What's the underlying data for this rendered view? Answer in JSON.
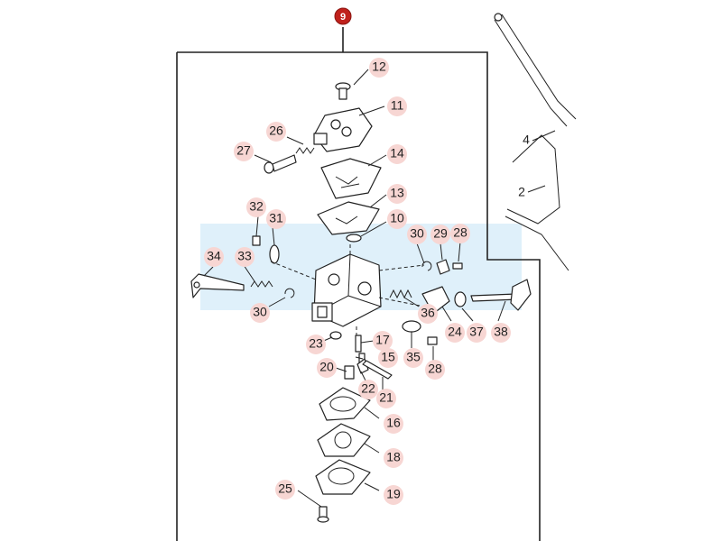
{
  "assembly_marker": "9",
  "side_labels": {
    "a": "4",
    "b": "2"
  },
  "callouts": {
    "c12": "12",
    "c11": "11",
    "c26": "26",
    "c27": "27",
    "c14": "14",
    "c13": "13",
    "c32": "32",
    "c31": "31",
    "c10": "10",
    "c30a": "30",
    "c29": "29",
    "c28a": "28",
    "c34": "34",
    "c33": "33",
    "c30b": "30",
    "c36": "36",
    "c24": "24",
    "c37": "37",
    "c38": "38",
    "c23": "23",
    "c17": "17",
    "c15": "15",
    "c35": "35",
    "c28b": "28",
    "c20": "20",
    "c22": "22",
    "c21": "21",
    "c16": "16",
    "c18": "18",
    "c25": "25",
    "c19": "19"
  }
}
